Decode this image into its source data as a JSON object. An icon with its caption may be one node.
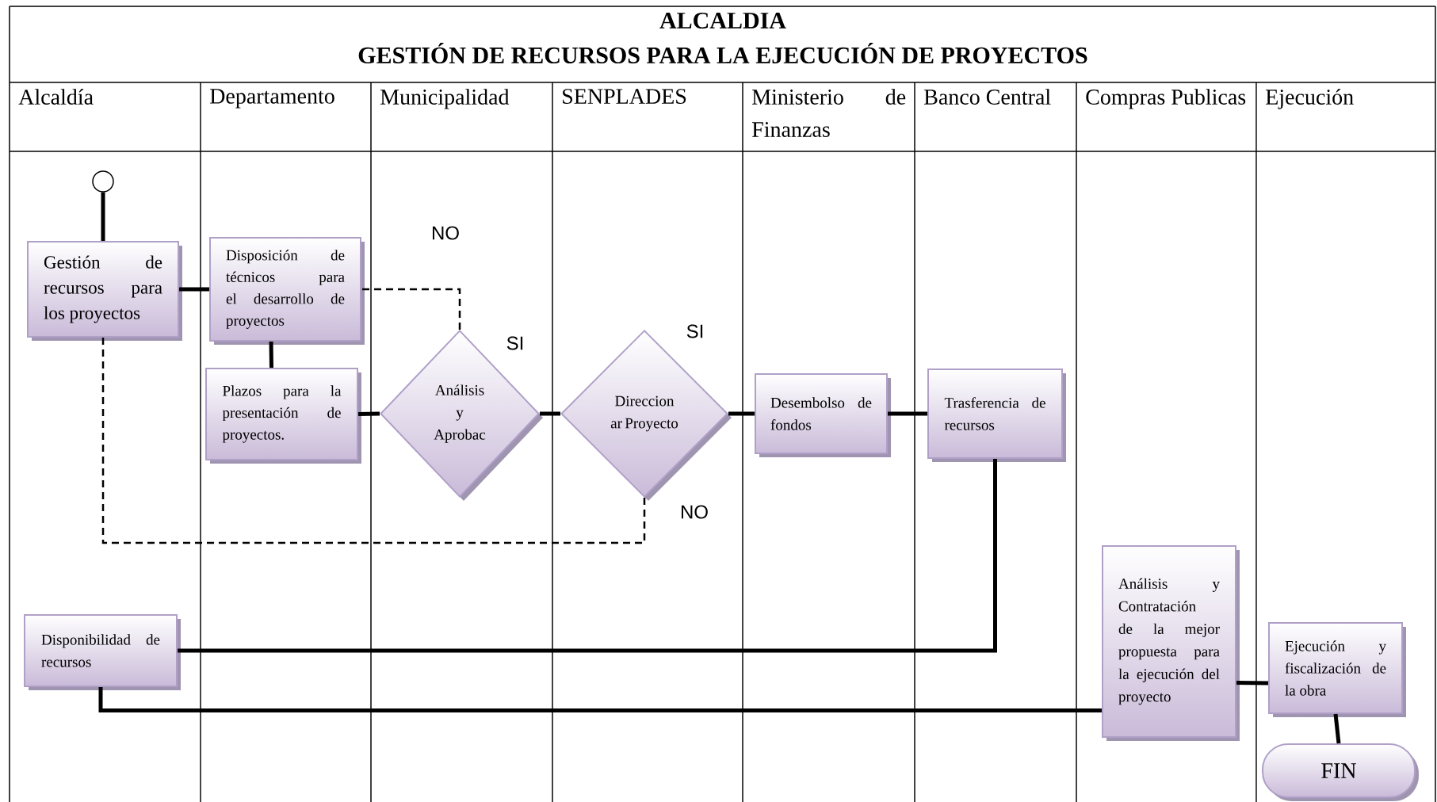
{
  "diagram": {
    "title": "ALCALDIA",
    "nodes": [
      {
        "text": [],
        "shape": "circle"
      },
      {
        "text": [
          "Gestión de recursos para los proyectos"
        ]
      },
      {
        "text": [
          "Disposición de técnicos para el desarrollo de proyectos"
        ]
      },
      {
        "text": [
          "Plazos para la presentación de proyectos."
        ]
      },
      {
        "text": [
          "Análisis y Aprobac"
        ]
      },
      {
        "text": [
          "Direccion ar Proyecto"
        ]
      },
      {
        "text": [
          "Desembolso de fondos"
        ]
      },
      {
        "text": [
          "Trasferencia de recursos"
        ]
      },
      {
        "text": [
          "Disponibilidad de recursos"
        ]
      },
      {
        "text": [
          "Análisis y Contratación de la mejor propuesta para la ejecución del proyecto"
        ]
      },
      {
        "text": [
          "Ejecución y fiscalización de la obra"
        ]
      },
      {
        "text": [
          "FIN"
        ]
      }
    ],
    "edges": [
      {
        "from": 0,
        "to": 1,
        "arrow": "none"
      },
      {
        "from": 1,
        "to": 2,
        "arrow": "none"
      },
      {
        "from": 2,
        "to": 3,
        "arrow": "none"
      },
      {
        "from": 3,
        "to": 4,
        "arrow": "none"
      },
      {
        "from": 4,
        "to": 2,
        "arrow": "none",
        "style": "dashed",
        "label": "NO"
      },
      {
        "from": 4,
        "to": 5,
        "arrow": "none",
        "label": "SI"
      },
      {
        "from": 5,
        "to": 6,
        "arrow": "none",
        "label": "SI"
      },
      {
        "from": 6,
        "to": 7,
        "arrow": "none"
      },
      {
        "from": 5,
        "to": 1,
        "arrow": "none",
        "style": "dashed",
        "label": "NO"
      },
      {
        "from": 7,
        "to": 8,
        "arrow": "none"
      },
      {
        "from": 8,
        "to": 9,
        "arrow": "none"
      },
      {
        "from": 9,
        "to": 10,
        "arrow": "none"
      },
      {
        "from": 10,
        "to": 11,
        "arrow": "none"
      }
    ],
    "labels": [
      "GESTIÓN DE RECURSOS PARA LA EJECUCIÓN DE PROYECTOS",
      "Alcaldía",
      "Departamento",
      "Municipalidad",
      "SENPLADES",
      "Ministerio de Finanzas",
      "Banco Central",
      "Compras Publicas",
      "Ejecución"
    ]
  }
}
